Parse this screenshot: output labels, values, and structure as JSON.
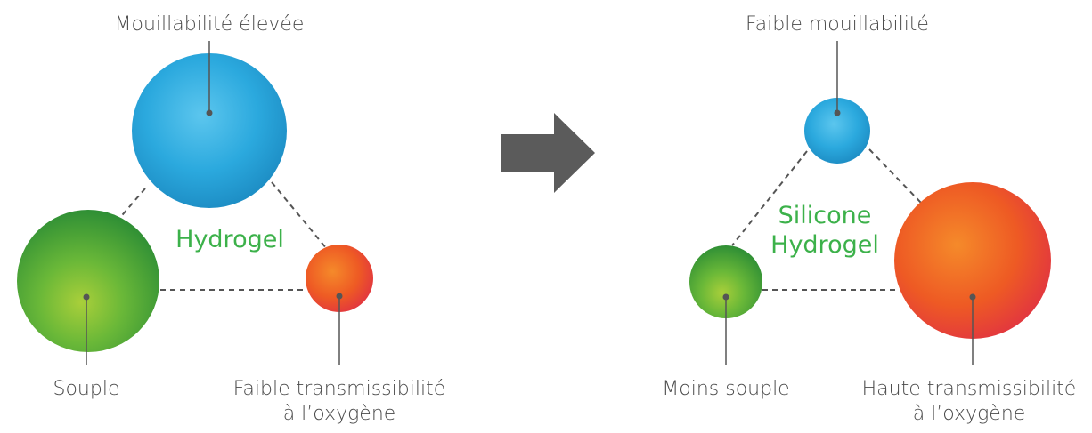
{
  "hydrogel": {
    "title": "Hydrogel",
    "top_label": "Mouillabilité élevée",
    "left_label": "Souple",
    "right_label_line1": "Faible transmissibilité",
    "right_label_line2": "à l’oxygène"
  },
  "silicone_hydrogel": {
    "title_line1": "Silicone",
    "title_line2": "Hydrogel",
    "top_label": "Faible mouillabilité",
    "left_label": "Moins souple",
    "right_label_line1": "Haute transmissibilité",
    "right_label_line2": "à l’oxygène"
  },
  "colors": {
    "blue": "#2ba9de",
    "green": "#4aa83a",
    "orange": "#ee5a24",
    "arrow": "#5b5b5b",
    "connector": "#555555",
    "title": "#3cb14a"
  }
}
